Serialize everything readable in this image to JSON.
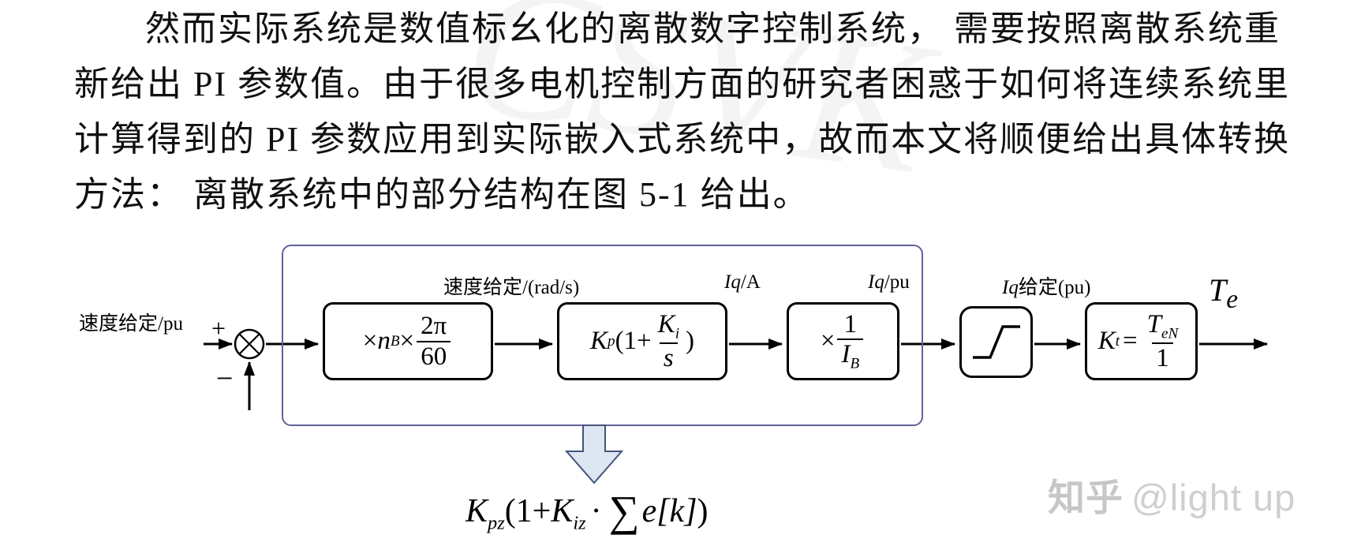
{
  "paragraph": {
    "lines": [
      "然而实际系统是数值标幺化的离散数字控制系统， 需要按照离散系统重",
      "新给出 PI 参数值。由于很多电机控制方面的研究者困惑于如何将连续系统里",
      "计算得到的 PI 参数应用到实际嵌入式系统中，故而本文将顺便给出具体转换",
      "方法： 离散系统中的部分结构在图 5-1 给出。"
    ]
  },
  "figure": {
    "input_label": "速度给定/pu",
    "plus": "+",
    "minus": "−",
    "label_rad": "速度给定/(rad/s)",
    "label_iq_a_it": "Iq",
    "label_iq_a_rest": "/A",
    "label_iq_pu_it": "Iq",
    "label_iq_pu_rest": "/pu",
    "label_iq_ref_it": "Iq",
    "label_iq_ref_rest": "给定(pu)",
    "out_var": "T",
    "out_sub": "e",
    "b1": {
      "times1": "×",
      "n": "n",
      "n_sub": "B",
      "times2": "×",
      "num": "2π",
      "den": "60"
    },
    "b2": {
      "k": "K",
      "k_sub": "p",
      "open": "(1+",
      "num": "K",
      "num_sub": "i",
      "den": "s",
      "close": ")"
    },
    "b3": {
      "times": "×",
      "num": "1",
      "den": "I",
      "den_sub": "B"
    },
    "b5": {
      "k": "K",
      "k_sub": "t",
      "eq": "=",
      "num": "T",
      "num_sub": "eN",
      "den": "1"
    },
    "equation": {
      "k1": "K",
      "k1_sub": "pz",
      "open": "(1+",
      "k2": "K",
      "k2_sub": "iz",
      "dot": "·",
      "sigma": "∑",
      "term": "e[k]",
      "close": ")"
    }
  },
  "watermarks": {
    "zhihu": "知乎",
    "handle": "@light up",
    "faint": "CSVK"
  }
}
